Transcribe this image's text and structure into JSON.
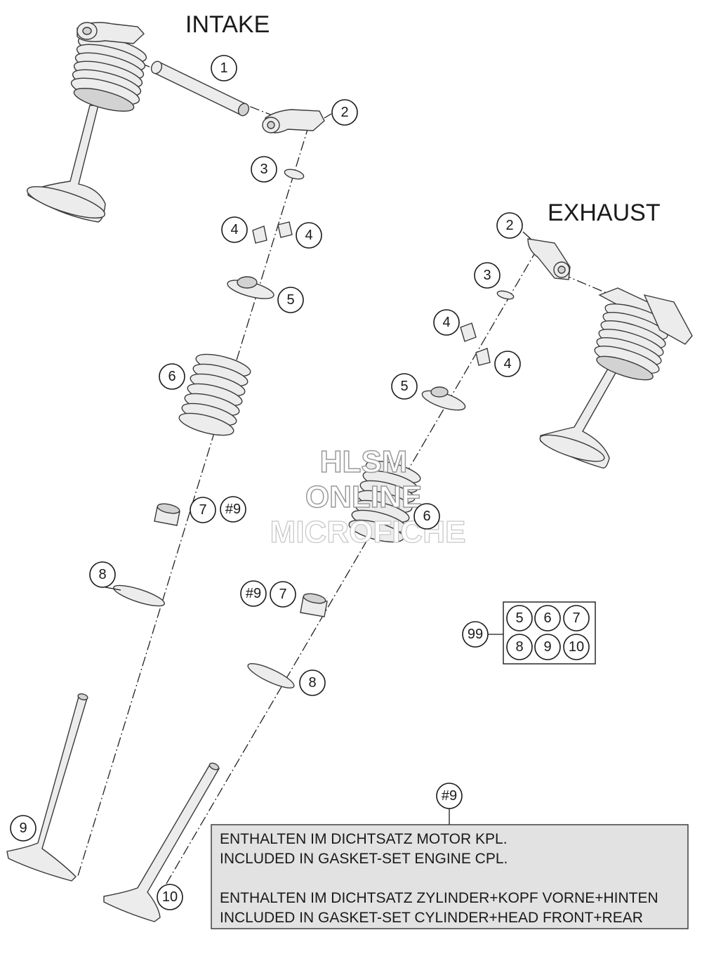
{
  "headings": {
    "intake": "INTAKE",
    "exhaust": "EXHAUST"
  },
  "callouts": {
    "intake": {
      "c1": "1",
      "c2": "2",
      "c3": "3",
      "c4a": "4",
      "c4b": "4",
      "c5": "5",
      "c6": "6",
      "c7": "7",
      "c7ref": "#9",
      "c8": "8",
      "c9": "9"
    },
    "exhaust": {
      "c2": "2",
      "c3": "3",
      "c4a": "4",
      "c4b": "4",
      "c5": "5",
      "c6": "6",
      "c7": "7",
      "c7ref": "#9",
      "c8": "8",
      "c10": "10"
    },
    "kit": {
      "label": "99",
      "items": [
        "5",
        "6",
        "7",
        "8",
        "9",
        "10"
      ]
    },
    "note_ref": "#9"
  },
  "note": {
    "lines": [
      "ENTHALTEN IM DICHTSATZ MOTOR KPL.",
      "INCLUDED IN GASKET-SET ENGINE CPL.",
      "ENTHALTEN IM DICHTSATZ ZYLINDER+KOPF VORNE+HINTEN",
      "INCLUDED IN GASKET-SET CYLINDER+HEAD FRONT+REAR"
    ]
  },
  "watermark": {
    "line1": "HLSM",
    "line2": "ONLINE",
    "line3": "MICROFICHE"
  },
  "colors": {
    "line": "#1a1a1a",
    "part_fill": "#ececec",
    "note_fill": "#e2e2e2"
  }
}
